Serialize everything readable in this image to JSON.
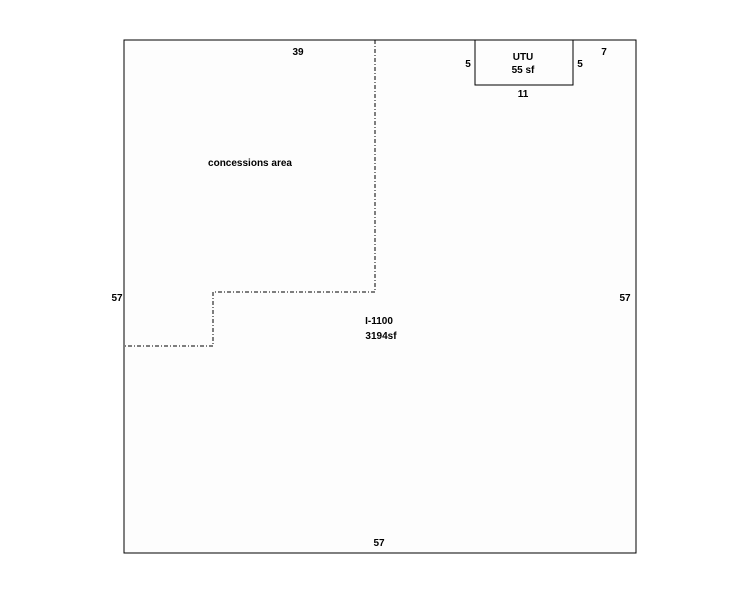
{
  "floor_plan": {
    "room": {
      "id": "I-1100",
      "area": "3194sf"
    },
    "dimensions": {
      "top": "39",
      "top_right": "7",
      "left": "57",
      "right": "57",
      "bottom": "57"
    },
    "zone_label": "concessions area",
    "utu": {
      "name": "UTU",
      "area": "55 sf",
      "dim_left": "5",
      "dim_right": "5",
      "dim_bottom": "11"
    }
  },
  "colors": {
    "background": "#ffffff",
    "floor_fill": "#fdfdfd",
    "line": "#000000"
  }
}
